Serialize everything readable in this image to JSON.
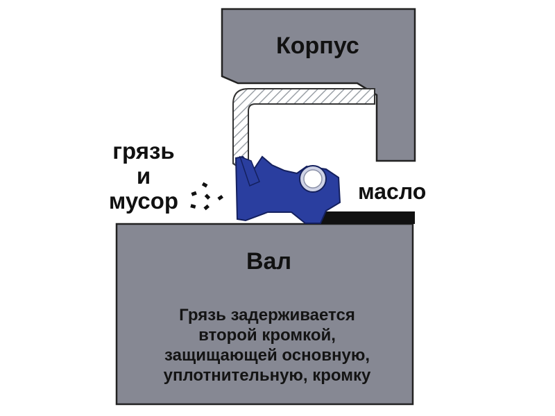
{
  "colors": {
    "metal": "#868893",
    "metal_stroke": "#222222",
    "seal": "#2a3e9f",
    "seal_stroke": "#14205e",
    "case_hatch": "#9aa0a6",
    "oil": "#111111",
    "dirt": "#111111"
  },
  "labels": {
    "housing": "Корпус",
    "oil": "масло",
    "dirt": [
      "грязь",
      "и",
      "мусор"
    ],
    "shaft": "Вал",
    "caption": [
      "Грязь задерживается",
      "второй кромкой,",
      "защищающей основную,",
      "уплотнительную, кромку"
    ]
  }
}
